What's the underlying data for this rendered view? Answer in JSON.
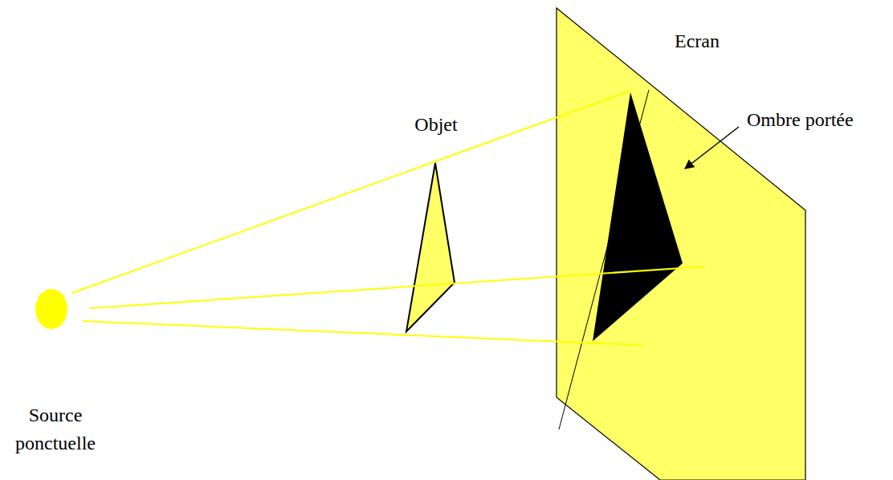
{
  "diagram": {
    "labels": [
      "Ecran",
      "Objet",
      "Ombre portée",
      "Source ponctuelle"
    ]
  }
}
